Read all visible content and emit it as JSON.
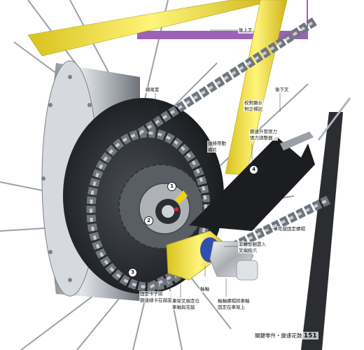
{
  "labels": {
    "seat_stay": "後上叉",
    "chain_stay": "後下叉",
    "cable_housing": "線尾套",
    "timing_mark": "校對顯示\n對正標記",
    "shift_tension": "變速外管張力\n張力調整器",
    "chain_drive": "鏈條帶動\n齒片",
    "hub_nut": "花鼓固定螺帽",
    "non_turn_washer": "非轉墊圈置入\n叉端鉤爪",
    "axle": "軸軸",
    "frame_lockring": "固定卡子將\n變速線卡在鼓座上",
    "frame_fix": "車架叉端定位\n車軸與花鼓",
    "axle_nut_fix": "軸軸螺帽將車軸\n固定在車架上"
  },
  "callouts": [
    "1",
    "2",
    "3",
    "4"
  ],
  "footer": {
    "text": "關鍵零件・變速花鼓",
    "page": "151"
  },
  "colors": {
    "frame_yellow": "#f2df3c",
    "purple_band": "#9b62b8",
    "chain": "#7e858c",
    "hub_silver": "#c3c7cc",
    "tire": "#2a2a2a",
    "blue_washer": "#2f4fae"
  }
}
